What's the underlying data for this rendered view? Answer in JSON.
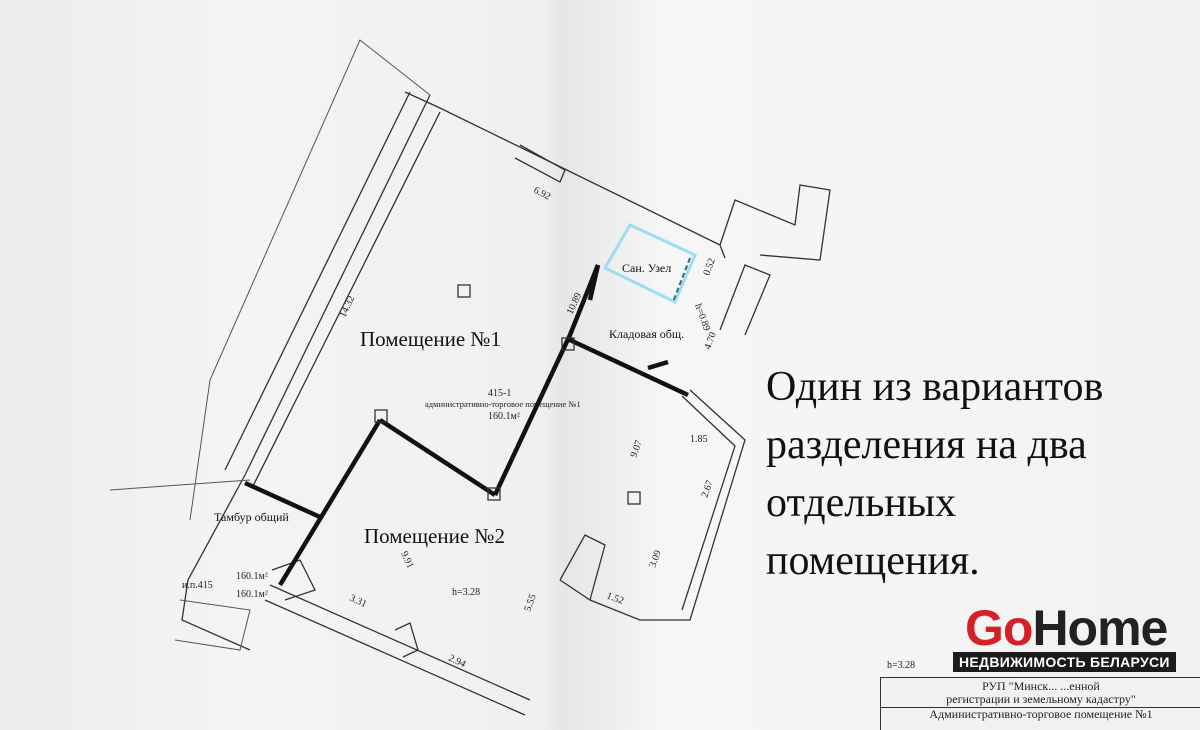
{
  "plan": {
    "rooms": {
      "room1": "Помещение №1",
      "room2": "Помещение №2",
      "bathroom": "Сан. Узел",
      "storage": "Кладовая общ.",
      "vestibule": "Тамбур общий"
    },
    "room1_info": {
      "number": "415-1",
      "name": "административно-торговое помещение №1",
      "area": "160.1м²"
    },
    "dimensions": [
      "6.92",
      "14.32",
      "10.89",
      "0.52",
      "h=0.89",
      "4.70",
      "9.07",
      "1.85",
      "2.67",
      "3.09",
      "1.52",
      "9.91",
      "3.31",
      "2.94",
      "5.55",
      "h=3.28"
    ],
    "vestibule_info": {
      "area1": "160.1м²",
      "label": "и.п.415",
      "area2": "160.1м²"
    }
  },
  "caption": {
    "lines": [
      "Один из вариантов",
      "разделения на два",
      "отдельных",
      "помещения."
    ]
  },
  "stamp": {
    "height": "h=3.28",
    "org_line1": "РУП \"Минск... ...енной",
    "org_line2": "регистрации и земельному кадастру\"",
    "title": "Административно-торговое помещение №1"
  },
  "logo": {
    "go": "Go",
    "home": "Home",
    "tagline": "НЕДВИЖИМОСТЬ БЕЛАРУСИ",
    "go_color": "#d42027"
  }
}
